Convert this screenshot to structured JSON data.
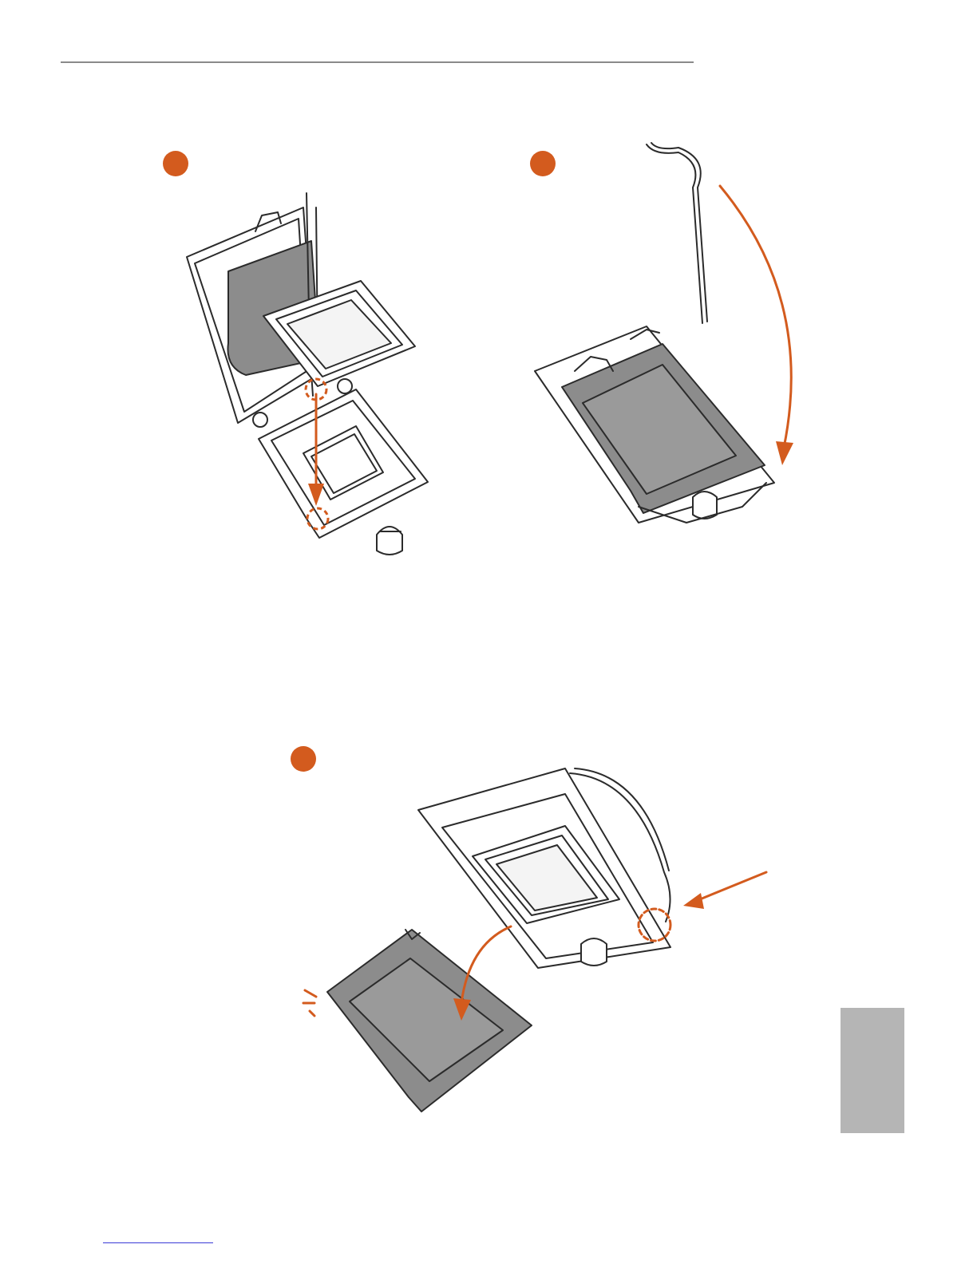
{
  "colors": {
    "accent": "#d35b1e",
    "line": "#2b2b2b",
    "shade": "#8c8c8c",
    "side_tab": "#b5b5b5",
    "rule": "#8a8a8a",
    "link": "#3b3bd6"
  },
  "steps": [
    {
      "id": 1,
      "label": "",
      "illustration": "cpu-insert-into-socket"
    },
    {
      "id": 2,
      "label": "",
      "illustration": "close-load-plate-lower-lever"
    },
    {
      "id": 3,
      "label": "",
      "illustration": "secure-lever-remove-pnp-cap"
    }
  ]
}
